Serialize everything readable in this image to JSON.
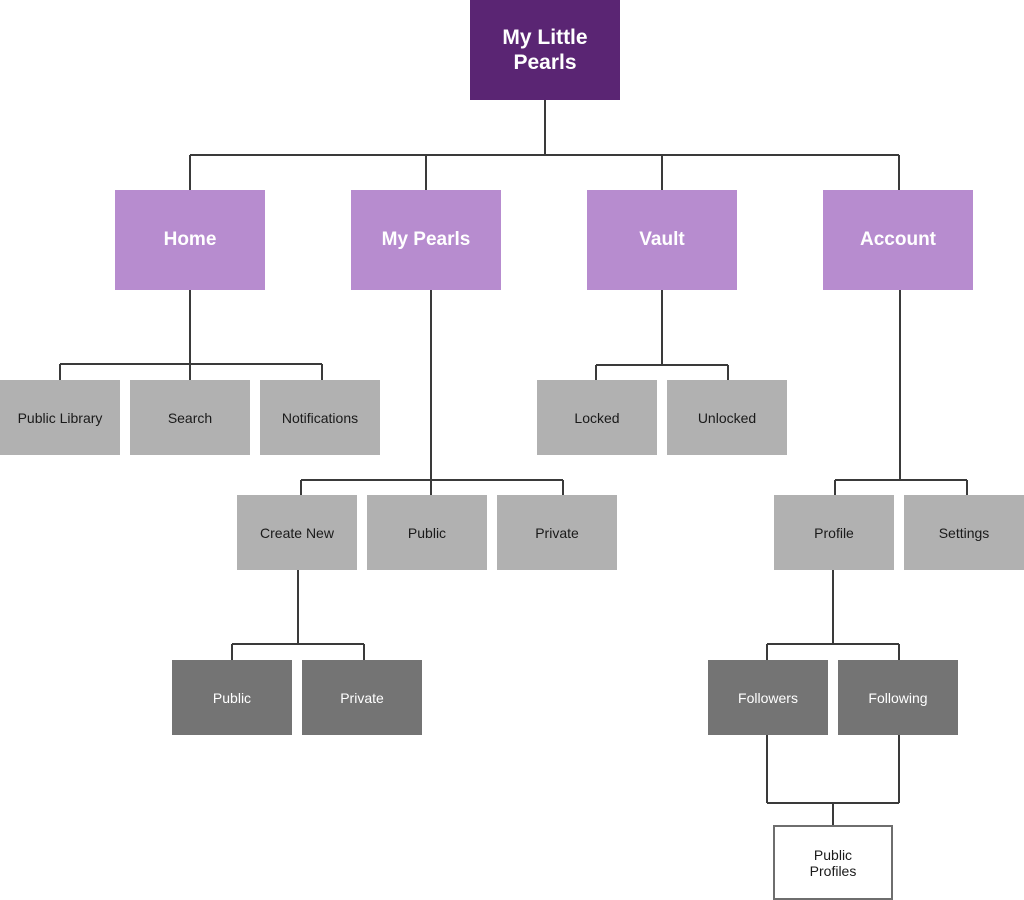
{
  "diagram": {
    "root": "My Little\nPearls",
    "sections": {
      "home": "Home",
      "my_pearls": "My Pearls",
      "vault": "Vault",
      "account": "Account"
    },
    "home_children": {
      "public_library": "Public Library",
      "search": "Search",
      "notifications": "Notifications"
    },
    "my_pearls_children": {
      "create_new": "Create New",
      "public": "Public",
      "private": "Private"
    },
    "create_new_children": {
      "public": "Public",
      "private": "Private"
    },
    "vault_children": {
      "locked": "Locked",
      "unlocked": "Unlocked"
    },
    "account_children": {
      "profile": "Profile",
      "settings": "Settings"
    },
    "profile_children": {
      "followers": "Followers",
      "following": "Following"
    },
    "follow_target": "Public\nProfiles"
  },
  "colors": {
    "root": "#5a2573",
    "section": "#b78ccf",
    "level2": "#b1b1b1",
    "level3": "#747474",
    "connector": "#3a3a3a"
  }
}
